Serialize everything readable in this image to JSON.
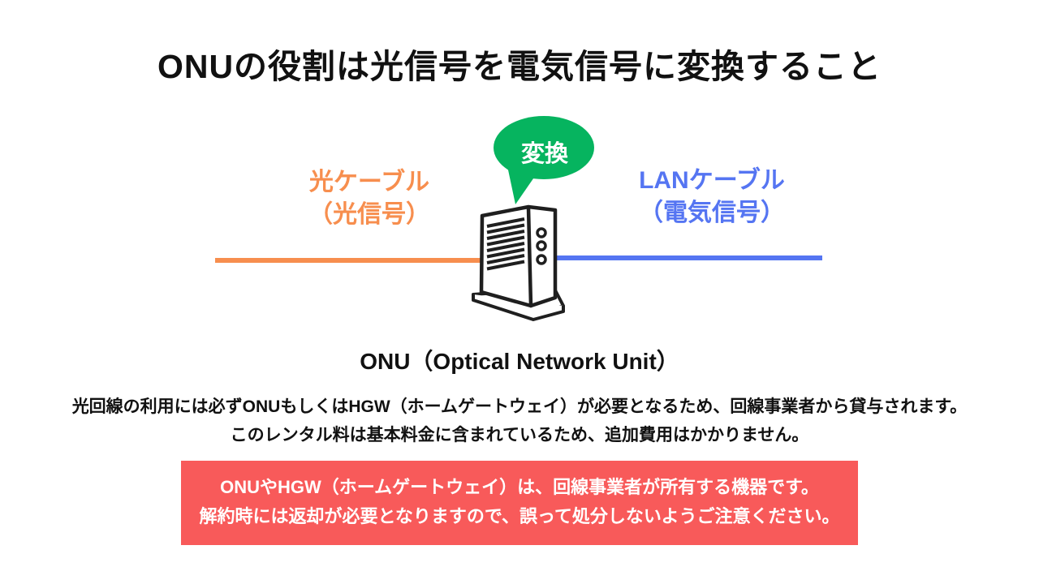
{
  "title": "ONUの役割は光信号を電気信号に変換すること",
  "diagram": {
    "conversion_bubble": {
      "label": "変換",
      "color": "#06B45F"
    },
    "optical_cable": {
      "label_line1": "光ケーブル",
      "label_line2": "（光信号）",
      "color": "#F78E4E"
    },
    "lan_cable": {
      "label_line1": "LANケーブル",
      "label_line2": "（電気信号）",
      "color": "#5575F2"
    },
    "device_caption": "ONU（Optical Network Unit）"
  },
  "description": {
    "line1": "光回線の利用には必ずONUもしくはHGW（ホームゲートウェイ）が必要となるため、回線事業者から貸与されます。",
    "line2": "このレンタル料は基本料金に含まれているため、追加費用はかかりません。"
  },
  "notice": {
    "line1": "ONUやHGW（ホームゲートウェイ）は、回線事業者が所有する機器です。",
    "line2": "解約時には返却が必要となりますので、誤って処分しないようご注意ください。",
    "background_color": "#F85A5A",
    "text_color": "#ffffff"
  }
}
